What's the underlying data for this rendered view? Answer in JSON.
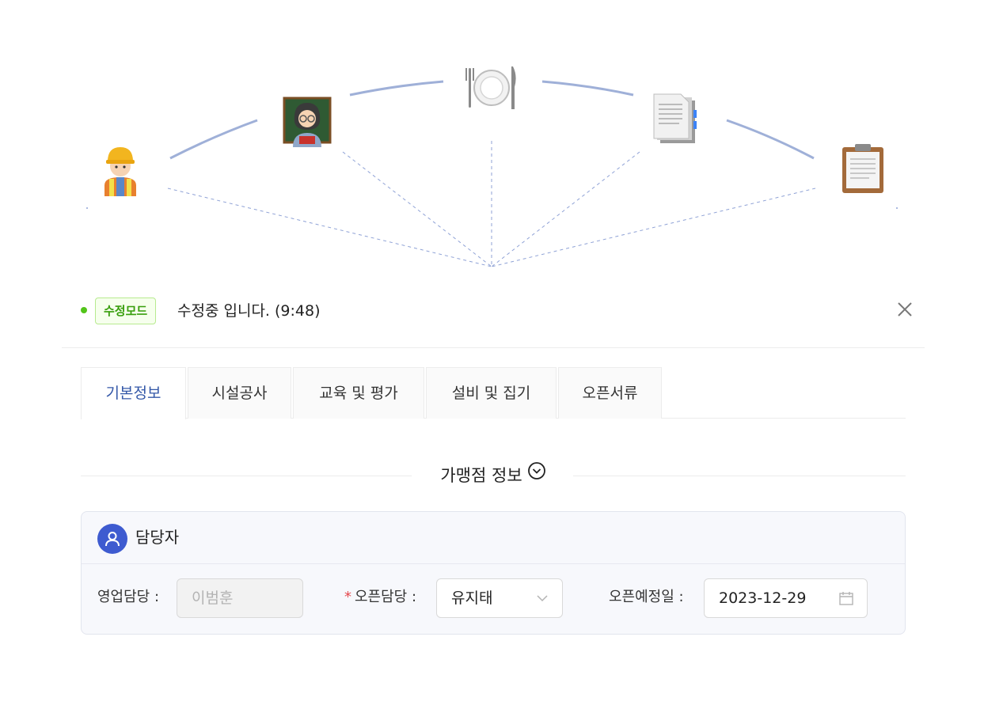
{
  "status": {
    "mode_badge": "수정모드",
    "message": "수정중 입니다. (9:48)"
  },
  "tabs": [
    {
      "label": "기본정보",
      "active": true
    },
    {
      "label": "시설공사",
      "active": false
    },
    {
      "label": "교육 및 평가",
      "active": false
    },
    {
      "label": "설비 및 집기",
      "active": false
    },
    {
      "label": "오픈서류",
      "active": false
    }
  ],
  "section": {
    "title": "가맹점 정보"
  },
  "card": {
    "title": "담당자",
    "fields": {
      "sales_label": "영업담당 :",
      "sales_value": "이범훈",
      "open_manager_label": "오픈담당 :",
      "open_manager_value": "유지태",
      "open_date_label": "오픈예정일 :",
      "open_date_value": "2023-12-29"
    }
  },
  "arc_icons": [
    "construction-worker-icon",
    "teacher-icon",
    "fork-knife-plate-icon",
    "document-pages-icon",
    "clipboard-icon"
  ],
  "colors": {
    "accent": "#3458a8",
    "status_green": "#52c41a",
    "badge_bg": "#f6ffed",
    "arc_line": "#9fb0d8",
    "required": "#e5484d"
  }
}
